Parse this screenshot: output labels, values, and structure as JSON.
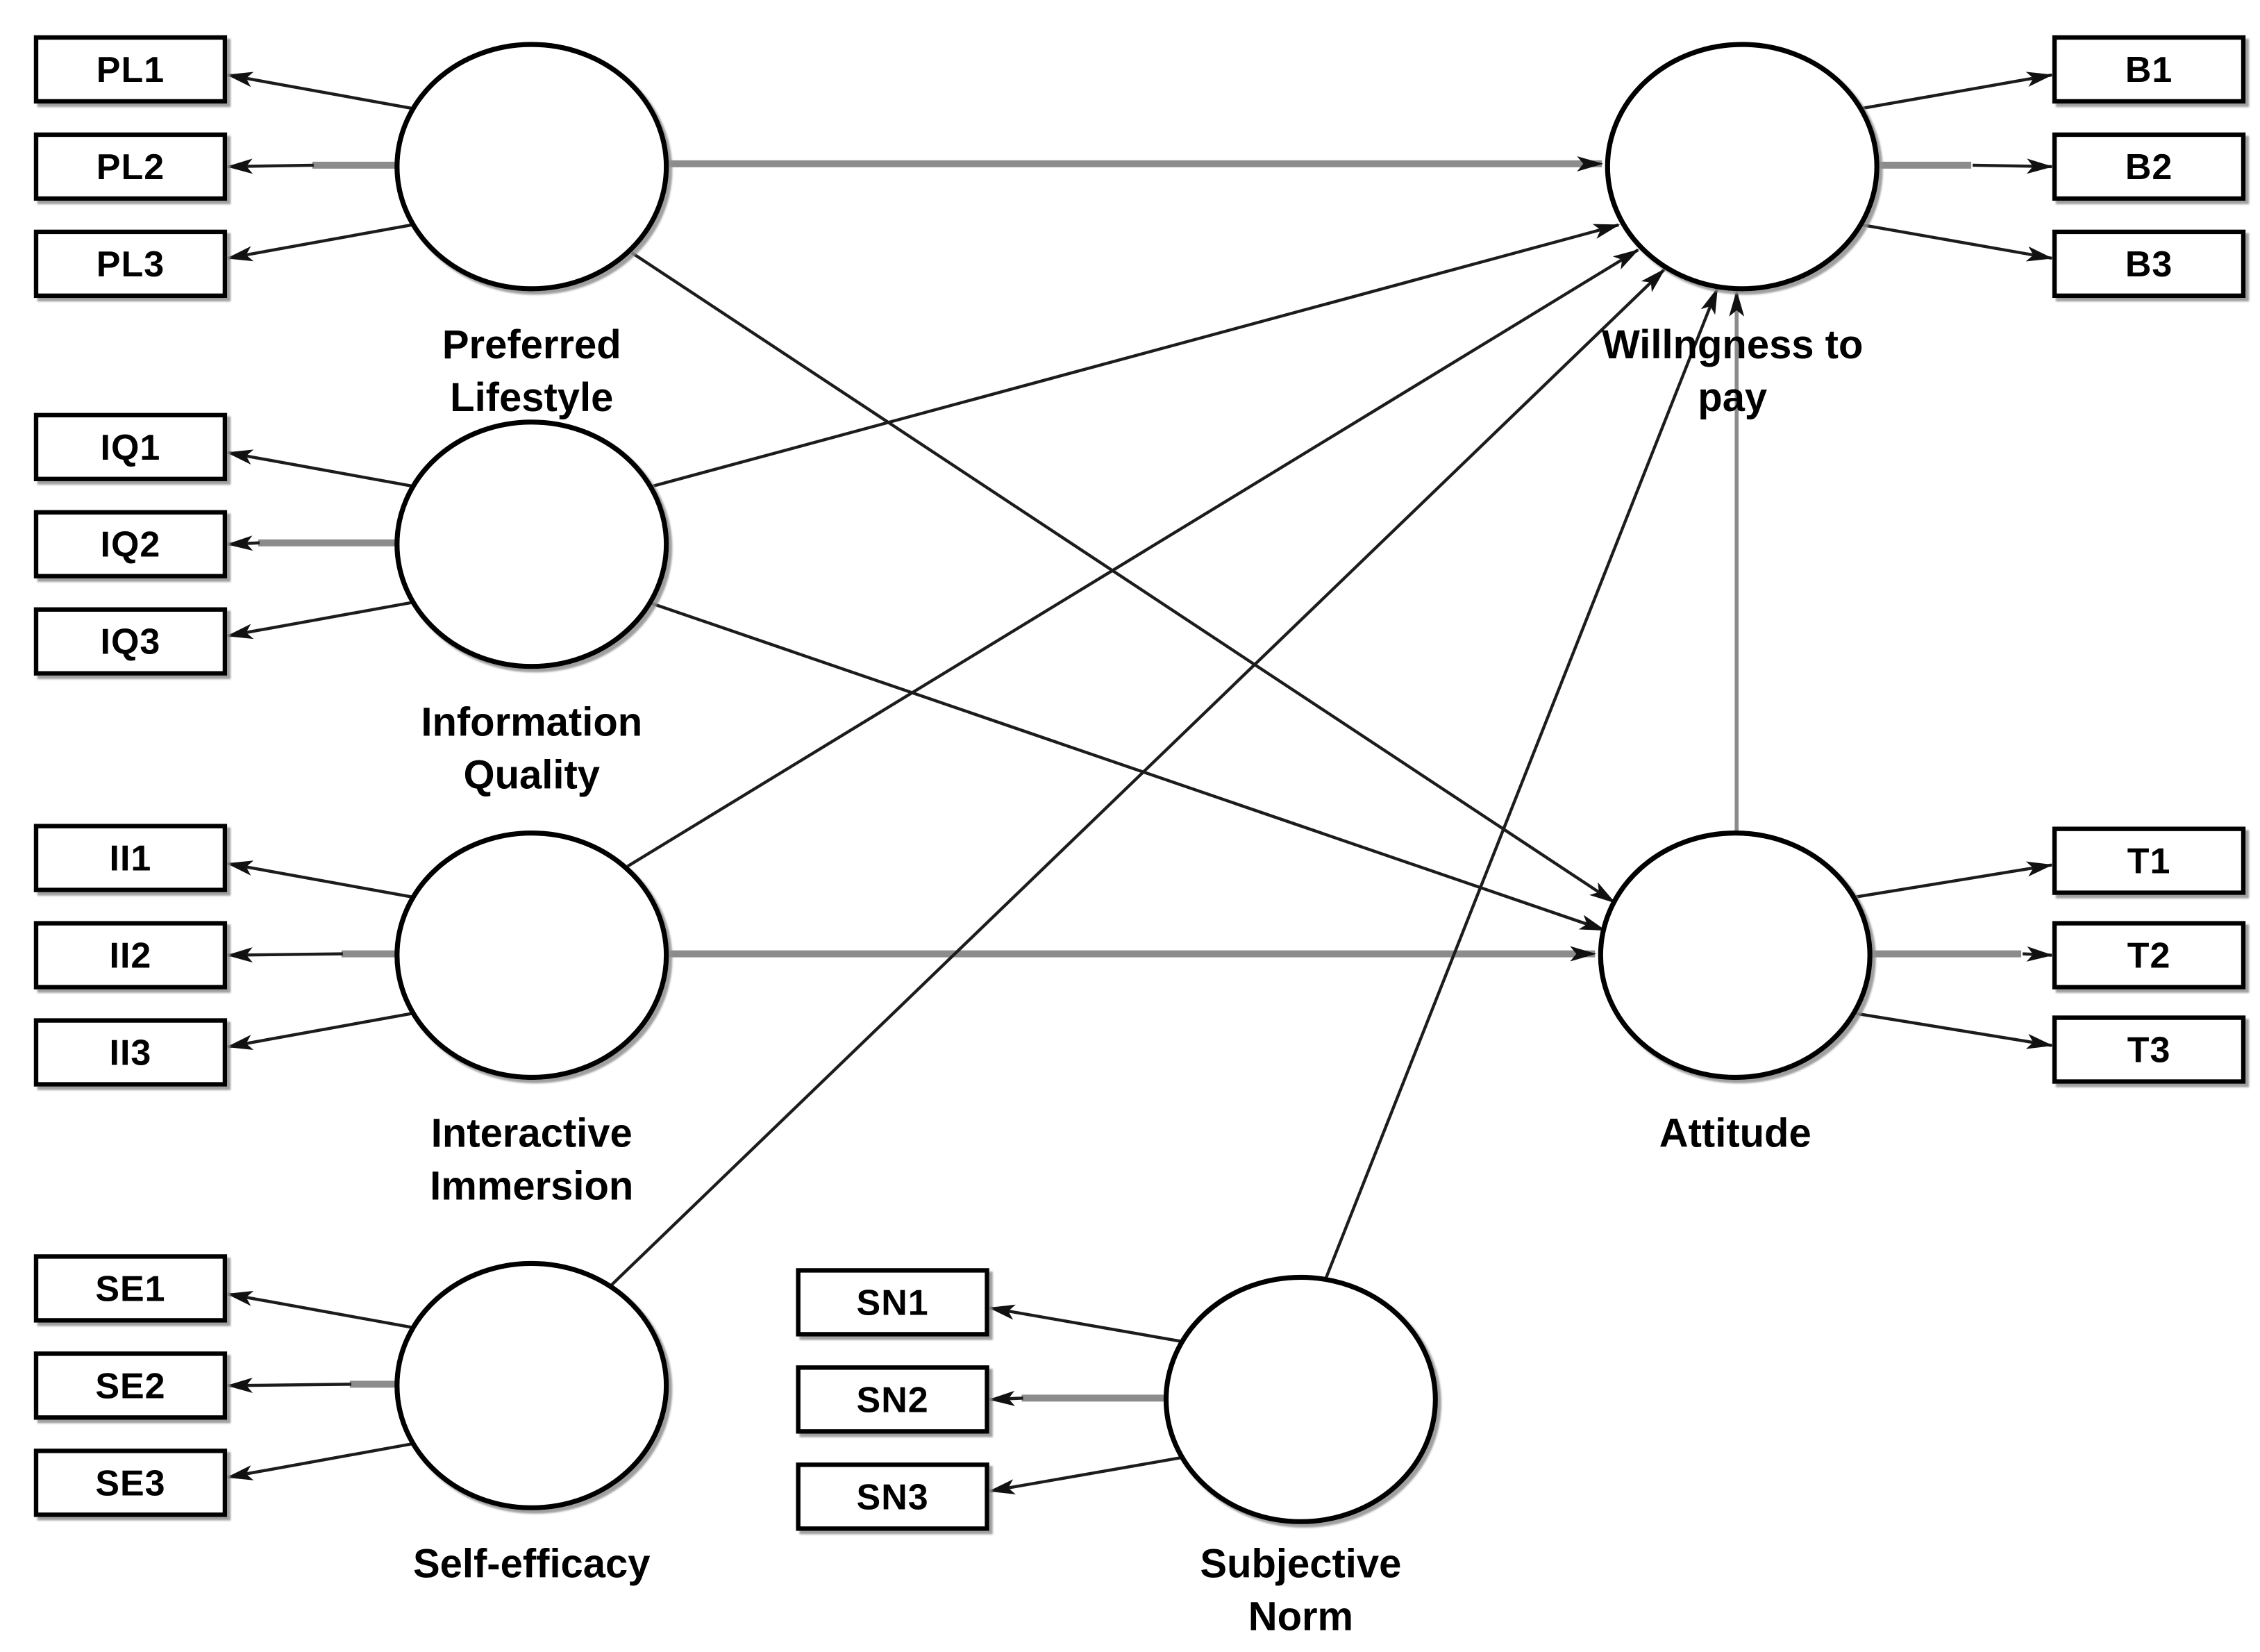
{
  "figure": {
    "kind": "sem-path-diagram",
    "background": "#ffffff"
  },
  "colors": {
    "shape_stroke": "#000000",
    "thin_line": "#1c1c1c",
    "thick_gray_line": "#8c8c8c",
    "text": "#000000",
    "box_fill": "#ffffff",
    "shadow": "#8f8f8f"
  },
  "latents": {
    "preferred_lifestyle": {
      "line1": "Preferred",
      "line2": "Lifestyle"
    },
    "information_quality": {
      "line1": "Information",
      "line2": "Quality"
    },
    "interactive_immersion": {
      "line1": "Interactive",
      "line2": "Immersion"
    },
    "self_efficacy": {
      "line1": "Self-efficacy"
    },
    "subjective_norm": {
      "line1": "Subjective",
      "line2": "Norm"
    },
    "willingness_to_pay": {
      "line1": "Willngness to",
      "line2": "pay"
    },
    "attitude": {
      "line1": "Attitude"
    }
  },
  "indicators": {
    "pl": [
      "PL1",
      "PL2",
      "PL3"
    ],
    "iq": [
      "IQ1",
      "IQ2",
      "IQ3"
    ],
    "ii": [
      "II1",
      "II2",
      "II3"
    ],
    "se": [
      "SE1",
      "SE2",
      "SE3"
    ],
    "sn": [
      "SN1",
      "SN2",
      "SN3"
    ],
    "b": [
      "B1",
      "B2",
      "B3"
    ],
    "t": [
      "T1",
      "T2",
      "T3"
    ]
  },
  "structural_paths": [
    {
      "from": "Preferred Lifestyle",
      "to": "Willngness to pay"
    },
    {
      "from": "Preferred Lifestyle",
      "to": "Attitude"
    },
    {
      "from": "Information Quality",
      "to": "Willngness to pay"
    },
    {
      "from": "Information Quality",
      "to": "Attitude"
    },
    {
      "from": "Interactive Immersion",
      "to": "Willngness to pay"
    },
    {
      "from": "Interactive Immersion",
      "to": "Attitude"
    },
    {
      "from": "Self-efficacy",
      "to": "Willngness to pay"
    },
    {
      "from": "Subjective Norm",
      "to": "Willngness to pay"
    },
    {
      "from": "Attitude",
      "to": "Willngness to pay"
    }
  ]
}
